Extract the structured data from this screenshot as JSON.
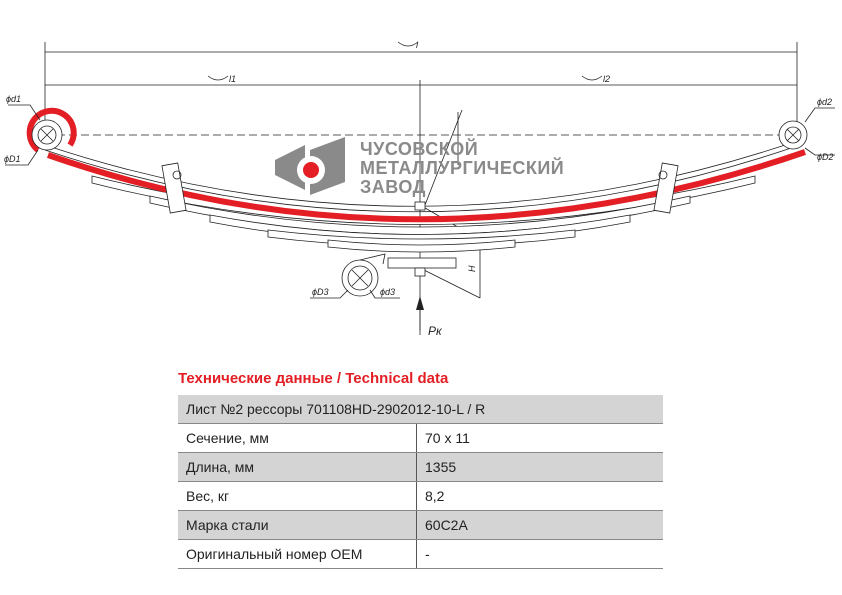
{
  "drawing": {
    "labels": {
      "l": "l",
      "l1": "l1",
      "l2": "l2",
      "d1": "ϕd1",
      "D1": "ϕD1",
      "d2": "ϕd2",
      "D2": "ϕD2",
      "D3": "ϕD3",
      "d3": "ϕd3",
      "H": "H",
      "Pk": "Pк"
    },
    "colors": {
      "highlight_leaf": "#e31e24"
    }
  },
  "logo": {
    "line1": "ЧУСОВСКОЙ",
    "line2": "МЕТАЛЛУРГИЧЕСКИЙ",
    "line3": "ЗАВОД"
  },
  "section_title": "Технические данные / Technical data",
  "table": {
    "header": "Лист №2 рессоры 701108HD-2902012-10-L / R",
    "rows": [
      {
        "label": "Сечение, мм",
        "value": "70 х 11"
      },
      {
        "label": "Длина, мм",
        "value": "1355"
      },
      {
        "label": "Вес, кг",
        "value": "8,2"
      },
      {
        "label": "Марка стали",
        "value": "60С2А"
      },
      {
        "label": "Оригинальный номер OEM",
        "value": "-"
      }
    ]
  }
}
